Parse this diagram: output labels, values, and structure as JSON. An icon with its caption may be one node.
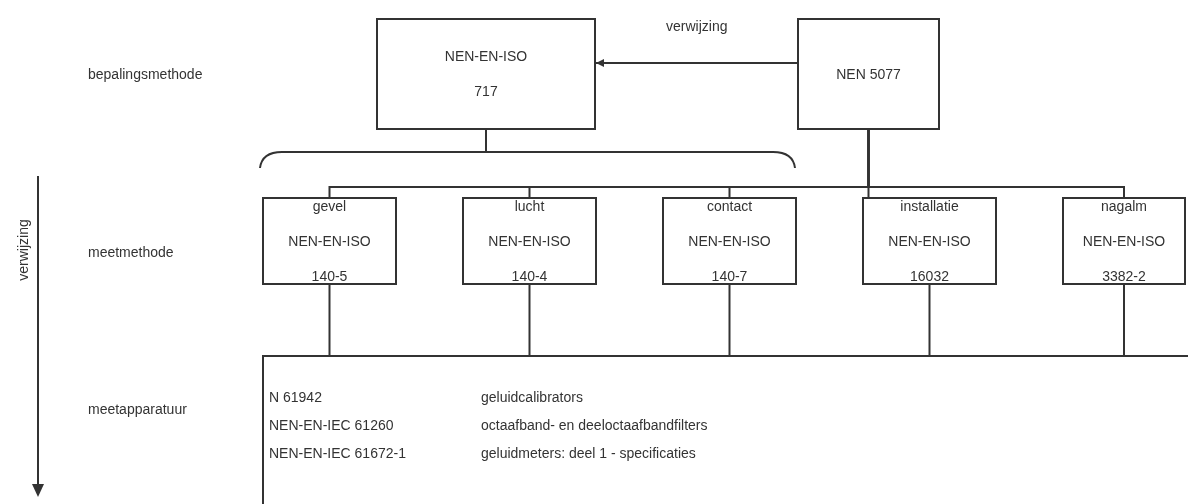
{
  "diagram": {
    "nodes": [
      {
        "text": [
          "NEN-EN-ISO 717"
        ]
      },
      {
        "text": [
          "NEN 5077"
        ]
      },
      {
        "text": [
          "gevel",
          "NEN-EN-ISO 140-5"
        ]
      },
      {
        "text": [
          "lucht",
          "NEN-EN-ISO 140-4"
        ]
      },
      {
        "text": [
          "contact",
          "NEN-EN-ISO 140-7"
        ]
      },
      {
        "text": [
          "installatie",
          "NEN-EN-ISO 16032"
        ]
      },
      {
        "text": [
          "nagalm",
          "NEN-EN-ISO 3382-2"
        ]
      },
      {
        "text": [
          "N 61942",
          "geluidcalibrators",
          "NEN-EN-IEC 61260",
          "octaafband- en deeloctaafbandfilters",
          "NEN-EN-IEC 61672-1",
          "geluidmeters: deel 1 - specificaties"
        ]
      }
    ],
    "edges": [
      {
        "from": 1,
        "to": 0,
        "arrow": "to",
        "label": "verwijzing"
      },
      {
        "from": 1,
        "to": 2,
        "arrow": "none"
      },
      {
        "from": 1,
        "to": 3,
        "arrow": "none"
      },
      {
        "from": 1,
        "to": 4,
        "arrow": "none"
      },
      {
        "from": 1,
        "to": 5,
        "arrow": "none"
      },
      {
        "from": 1,
        "to": 6,
        "arrow": "none"
      },
      {
        "from": 2,
        "to": 7,
        "arrow": "none"
      },
      {
        "from": 3,
        "to": 7,
        "arrow": "none"
      },
      {
        "from": 4,
        "to": 7,
        "arrow": "none"
      },
      {
        "from": 5,
        "to": 7,
        "arrow": "none"
      },
      {
        "from": 6,
        "to": 7,
        "arrow": "none"
      }
    ],
    "labels": [
      "bepalingsmethode",
      "verwijzing",
      "meetmethode",
      "meetapparatuur"
    ]
  }
}
